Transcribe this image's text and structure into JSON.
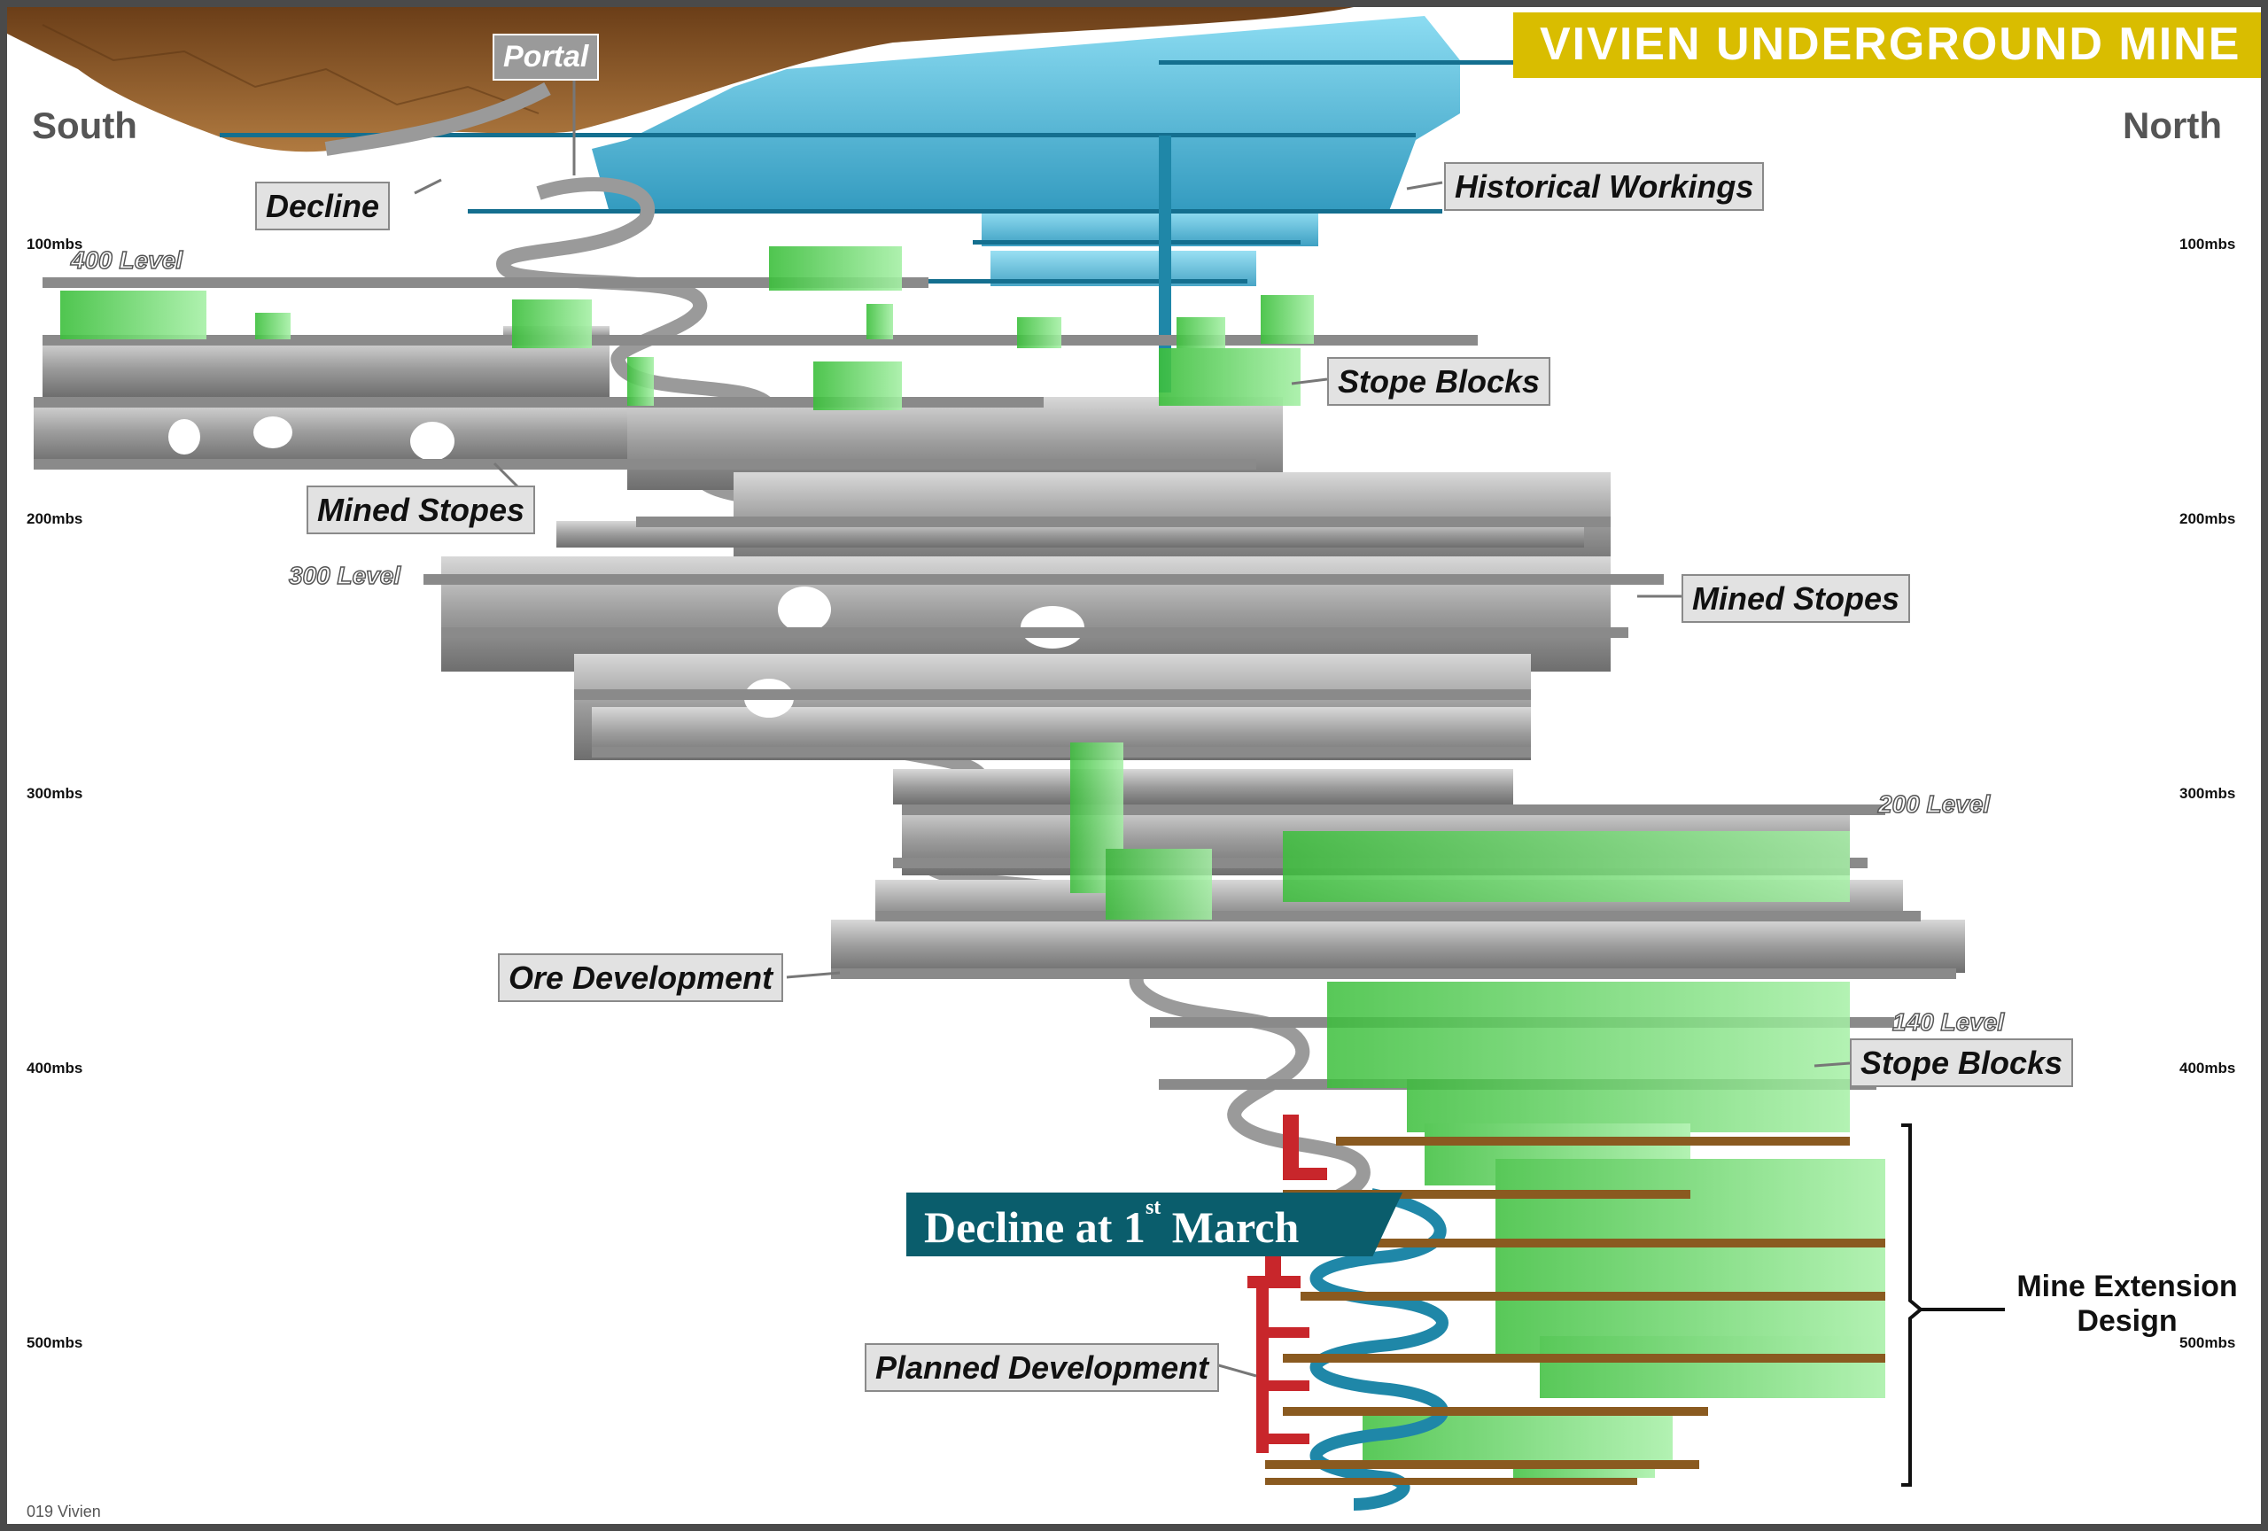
{
  "title": "VIVIEN UNDERGROUND MINE",
  "compass": {
    "south": "South",
    "north": "North"
  },
  "depth_scale": {
    "left": [
      "100mbs",
      "200mbs",
      "300mbs",
      "400mbs",
      "500mbs"
    ],
    "right": [
      "100mbs",
      "200mbs",
      "300mbs",
      "400mbs",
      "500mbs"
    ]
  },
  "callouts": {
    "portal": "Portal",
    "decline": "Decline",
    "historical_workings": "Historical Workings",
    "stope_blocks_upper": "Stope Blocks",
    "mined_stopes_left": "Mined Stopes",
    "mined_stopes_right": "Mined Stopes",
    "ore_development": "Ore Development",
    "stope_blocks_lower": "Stope Blocks",
    "planned_development": "Planned Development"
  },
  "levels": {
    "l400": "400 Level",
    "l300": "300 Level",
    "l200": "200 Level",
    "l140": "140 Level"
  },
  "decline_banner": {
    "main": "Decline at 1",
    "sup": "st",
    "rest": " March"
  },
  "mine_extension": {
    "line1": "Mine Extension",
    "line2": "Design"
  },
  "footer": "019 Vivien",
  "colors": {
    "title_banner": "#d9bd00",
    "decline_banner": "#0a5d6c",
    "surface_terrain": "#8b5a2b",
    "historical_workings": "#3fb6d8",
    "mined_stopes": "#a8a8a8",
    "stope_blocks": "#66d466",
    "planned_development": "#c8262b",
    "planned_decline": "#1f87a8",
    "extension_levels": "#8a5a20"
  }
}
